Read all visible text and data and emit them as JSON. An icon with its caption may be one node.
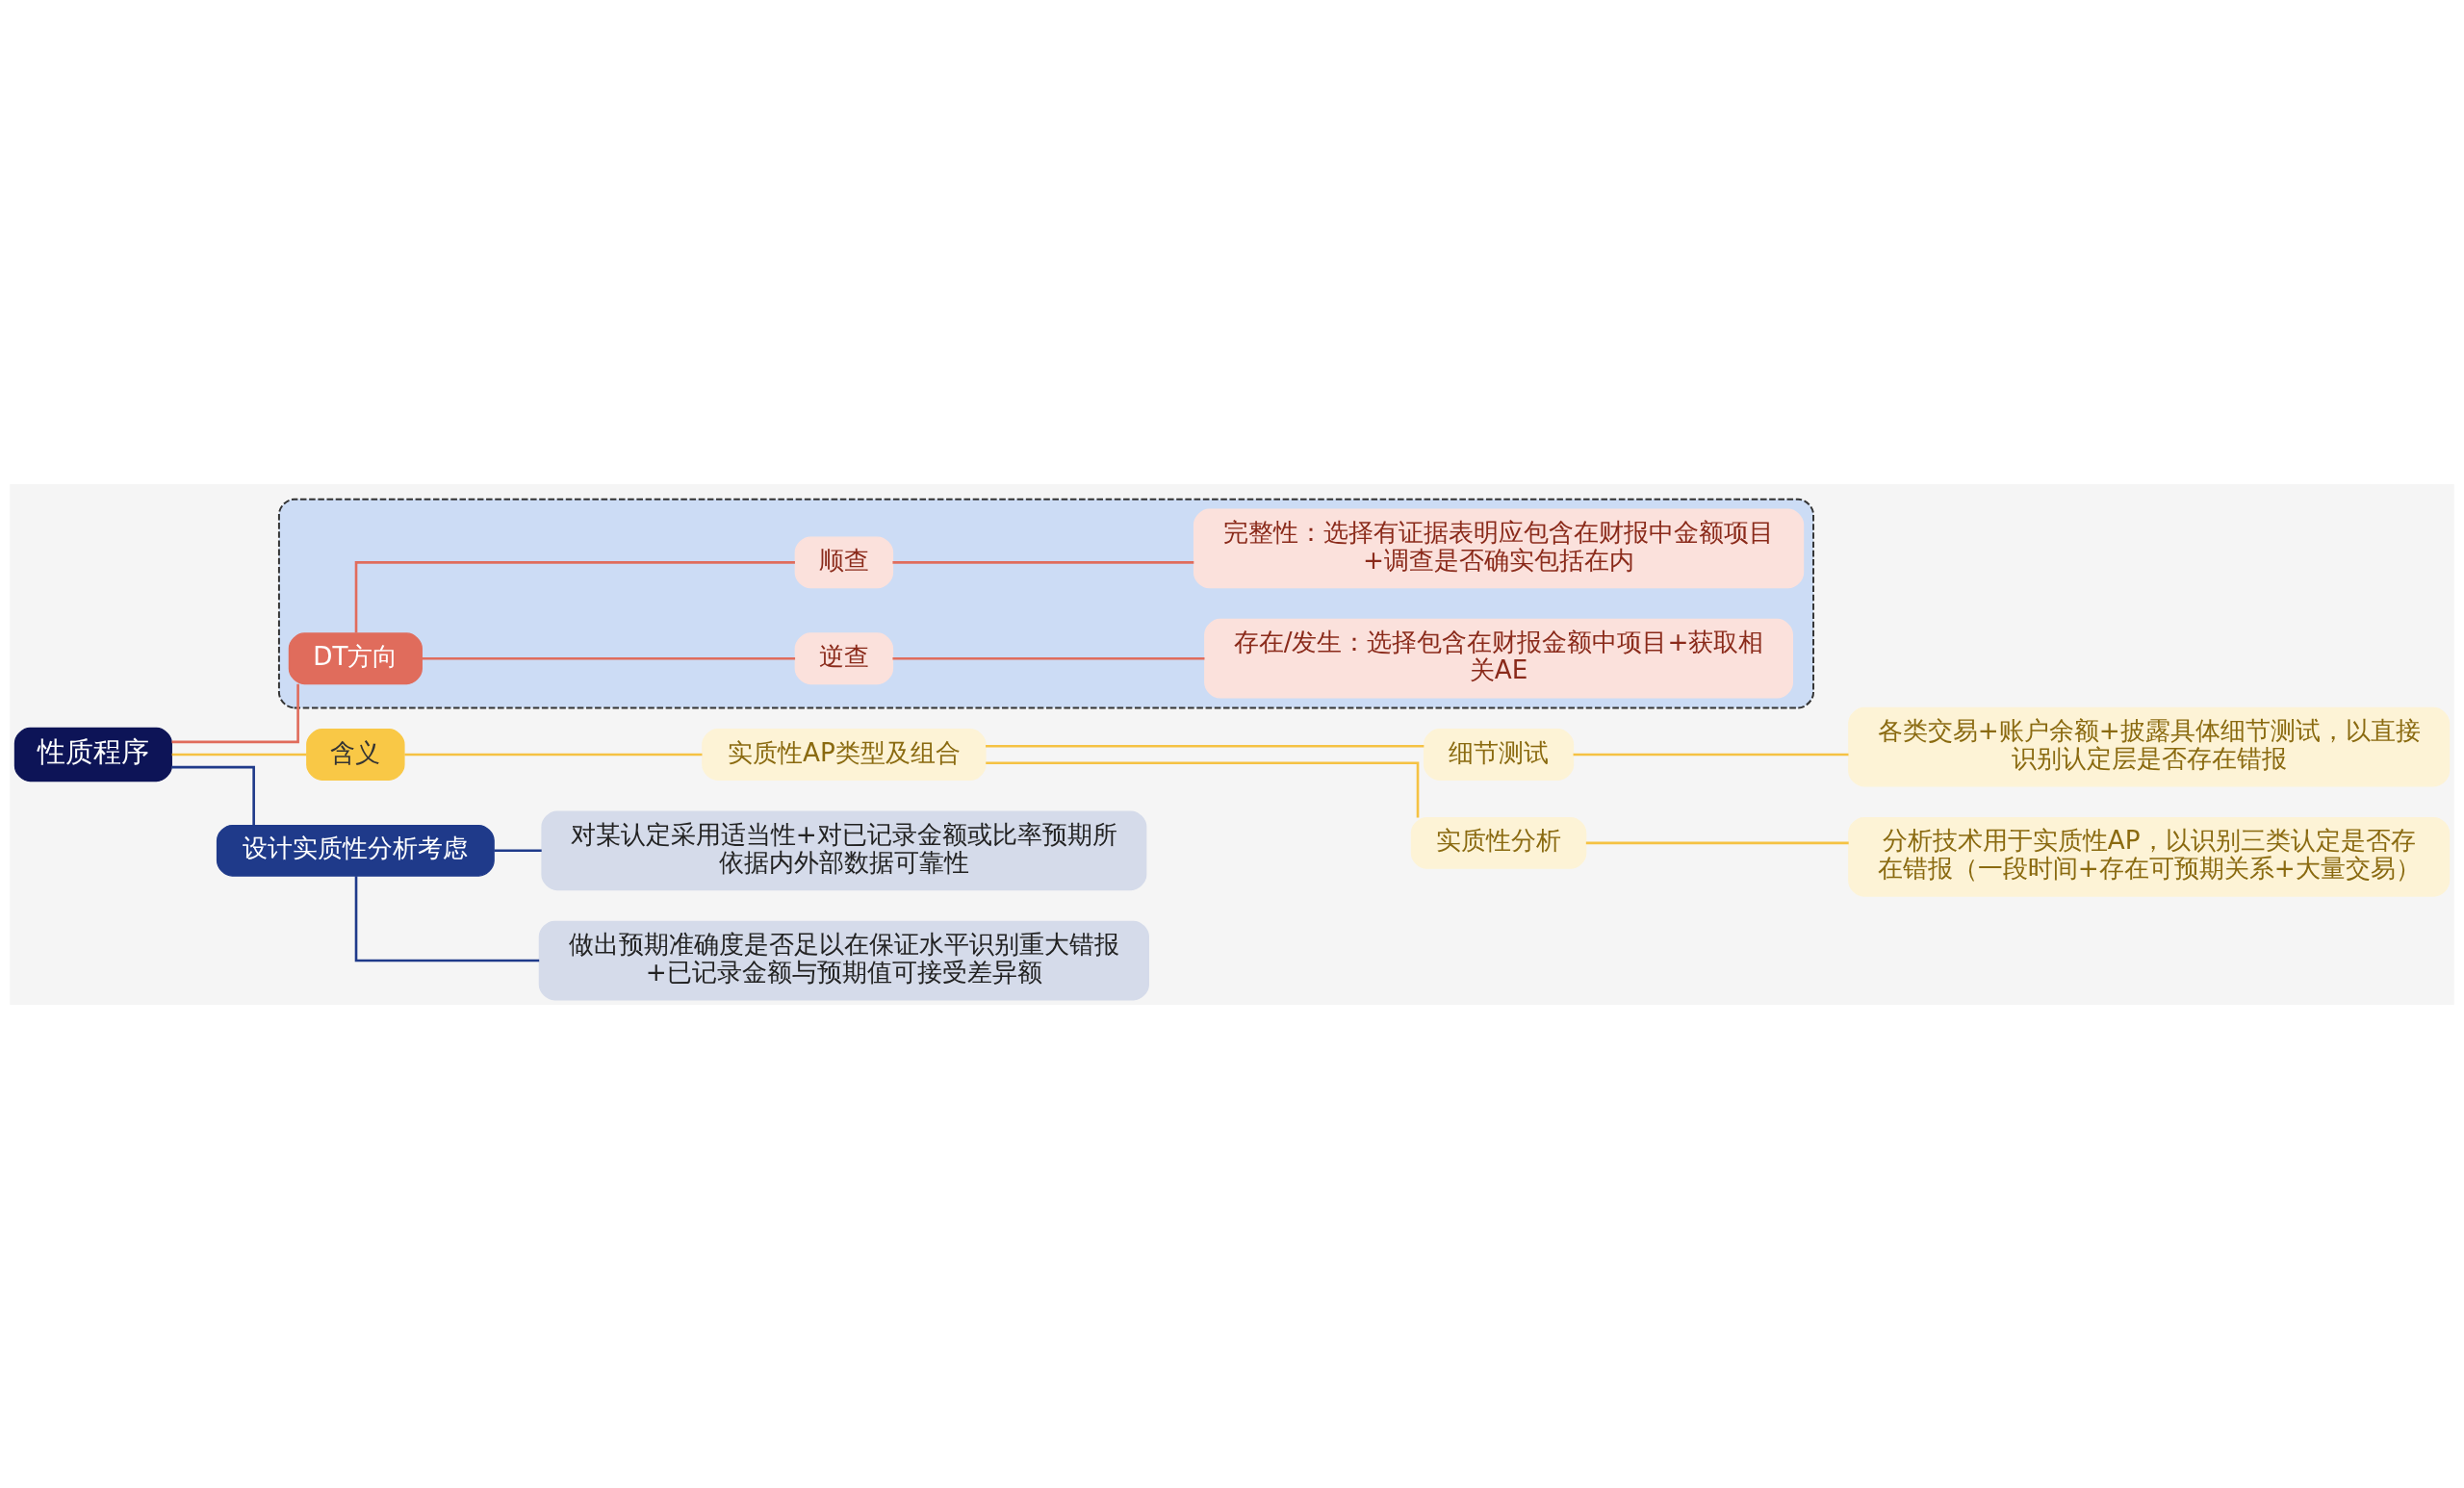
{
  "diagram": {
    "nodes": [
      {
        "text": [
          "性质程序"
        ]
      },
      {
        "text": [
          "含义"
        ]
      },
      {
        "text": [
          "实质性AP类型及组合"
        ]
      },
      {
        "text": [
          "细节测试"
        ]
      },
      {
        "text": [
          "各类交易+账户余额+披露具体细节测试，以直接识别认定层是否存在错报"
        ]
      },
      {
        "text": [
          "实质性分析"
        ]
      },
      {
        "text": [
          "分析技术用于实质性AP，以识别三类认定是否存在错报（一段时间+存在可预期关系+大量交易）"
        ]
      },
      {
        "text": [],
        "shape": "box"
      },
      {
        "text": [
          "DT方向"
        ],
        "in": 7
      },
      {
        "text": [
          "逆查"
        ],
        "in": 7
      },
      {
        "text": [
          "存在/发生：选择包含在财报金额中项目+获取相关AE"
        ],
        "in": 7
      },
      {
        "text": [
          "顺查"
        ],
        "in": 7
      },
      {
        "text": [
          "完整性：选择有证据表明应包含在财报中金额项目+调查是否确实包括在内"
        ],
        "in": 7
      },
      {
        "text": [
          "设计实质性分析考虑"
        ]
      },
      {
        "text": [
          "对某认定采用适当性+对已记录金额或比率预期所依据内外部数据可靠性"
        ]
      },
      {
        "text": [
          "做出预期准确度是否足以在保证水平识别重大错报+已记录金额与预期值可接受差异额"
        ]
      }
    ],
    "edges": [
      {
        "from": 0,
        "to": 1,
        "arrow": "none"
      },
      {
        "from": 1,
        "to": 2,
        "arrow": "none"
      },
      {
        "from": 2,
        "to": 3,
        "arrow": "none"
      },
      {
        "from": 3,
        "to": 4,
        "arrow": "none"
      },
      {
        "from": 2,
        "to": 5,
        "arrow": "none"
      },
      {
        "from": 5,
        "to": 6,
        "arrow": "none"
      },
      {
        "from": 0,
        "to": 8,
        "arrow": "none",
        "color": "#e06c5c"
      },
      {
        "from": 8,
        "to": 9,
        "arrow": "none",
        "color": "#e06c5c"
      },
      {
        "from": 9,
        "to": 10,
        "arrow": "none",
        "color": "#e06c5c"
      },
      {
        "from": 8,
        "to": 11,
        "arrow": "none",
        "color": "#e06c5c"
      },
      {
        "from": 11,
        "to": 12,
        "arrow": "none",
        "color": "#e06c5c"
      },
      {
        "from": 0,
        "to": 13,
        "arrow": "none",
        "color": "#1f3a8a"
      },
      {
        "from": 13,
        "to": 14,
        "arrow": "none",
        "color": "#1f3a8a"
      },
      {
        "from": 13,
        "to": 15,
        "arrow": "none",
        "color": "#1f3a8a"
      }
    ]
  }
}
